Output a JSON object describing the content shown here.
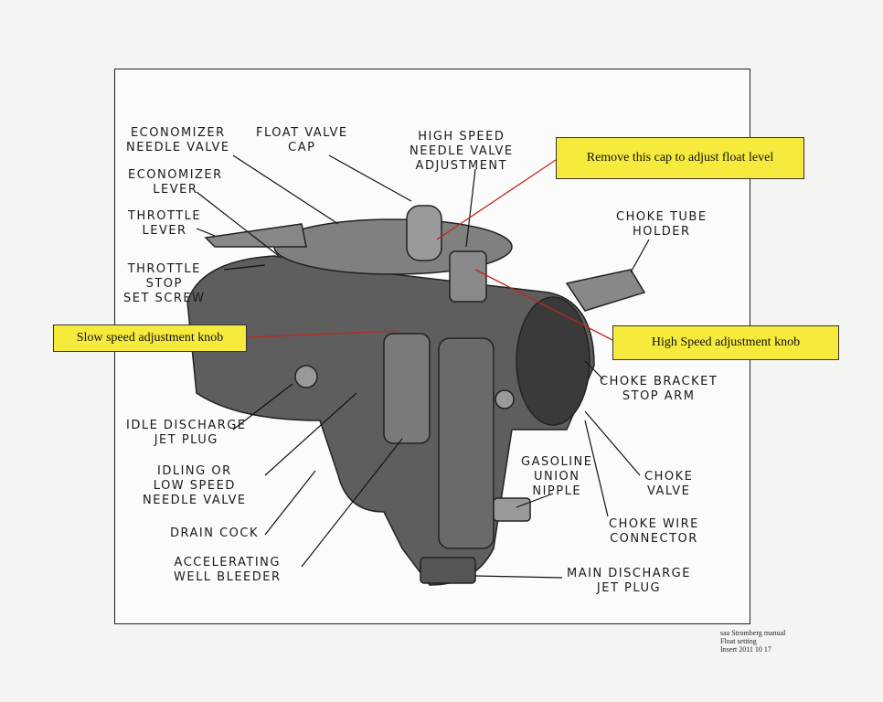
{
  "labels": {
    "economizer_needle_valve": "ECONOMIZER\nNEEDLE VALVE",
    "float_valve_cap": "FLOAT VALVE\nCAP",
    "high_speed_needle_valve_adjustment": "HIGH SPEED\nNEEDLE VALVE\nADJUSTMENT",
    "economizer_lever": "ECONOMIZER\nLEVER",
    "throttle_lever": "THROTTLE\nLEVER",
    "throttle_stop_set_screw": "THROTTLE\nSTOP\nSET SCREW",
    "choke_tube_holder": "CHOKE TUBE\nHOLDER",
    "choke_bracket_stop_arm": "CHOKE BRACKET\nSTOP ARM",
    "idle_discharge_jet_plug": "IDLE DISCHARGE\nJET PLUG",
    "idling_low_speed_needle_valve": "IDLING OR\nLOW SPEED\nNEEDLE VALVE",
    "gasoline_union_nipple": "GASOLINE\nUNION\nNIPPLE",
    "choke_valve": "CHOKE\nVALVE",
    "drain_cock": "DRAIN COCK",
    "choke_wire_connector": "CHOKE WIRE\nCONNECTOR",
    "accelerating_well_bleeder": "ACCELERATING\nWELL BLEEDER",
    "main_discharge_jet_plug": "MAIN DISCHARGE\nJET PLUG"
  },
  "callouts": {
    "float_cap": "Remove this cap to adjust float level",
    "slow_speed": "Slow speed adjustment knob",
    "high_speed": "High Speed adjustment knob"
  },
  "colors": {
    "callout_bg": "#f6eb3c",
    "callout_line": "#c0281e"
  },
  "note": {
    "line1": "saa Stromberg manual",
    "line2": "Float setting",
    "line3": "Insert 2011 10 17"
  }
}
